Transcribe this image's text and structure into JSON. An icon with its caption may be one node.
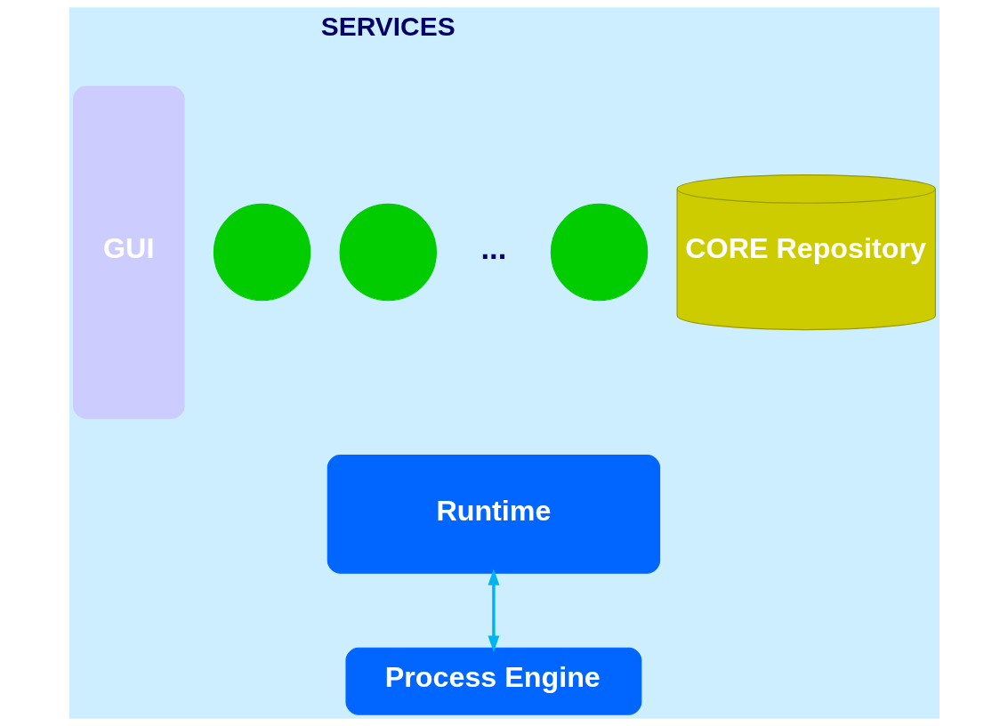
{
  "diagram": {
    "nodes": [
      {
        "text": [
          "GUI"
        ]
      },
      {
        "text": [],
        "shape": "circle"
      },
      {
        "text": [],
        "shape": "circle"
      },
      {
        "text": [],
        "shape": "circle"
      },
      {
        "text": [
          "CORE Repository"
        ]
      },
      {
        "text": [
          "Runtime"
        ]
      },
      {
        "text": [
          "Process Engine"
        ]
      }
    ],
    "edges": [
      {
        "from": 5,
        "to": 6,
        "arrow": "both",
        "color": "#00b4f0"
      }
    ],
    "labels": [
      "SERVICES",
      "..."
    ]
  }
}
